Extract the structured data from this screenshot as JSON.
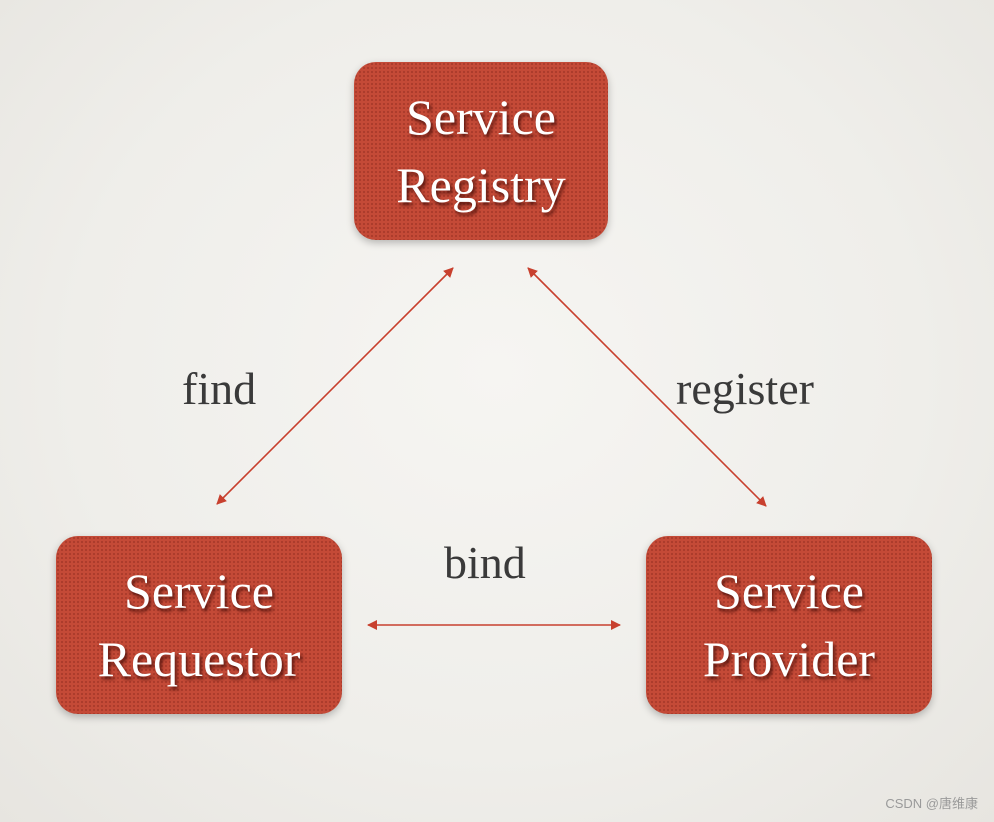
{
  "diagram": {
    "nodes": {
      "registry": {
        "line1": "Service",
        "line2": "Registry"
      },
      "requestor": {
        "line1": "Service",
        "line2": "Requestor"
      },
      "provider": {
        "line1": "Service",
        "line2": "Provider"
      }
    },
    "edges": {
      "find": "find",
      "register": "register",
      "bind": "bind"
    }
  },
  "colors": {
    "node_fill": "#c44a37",
    "arrow": "#c8402e",
    "label_text": "#3a3a3a"
  },
  "watermark": "CSDN @唐维康"
}
